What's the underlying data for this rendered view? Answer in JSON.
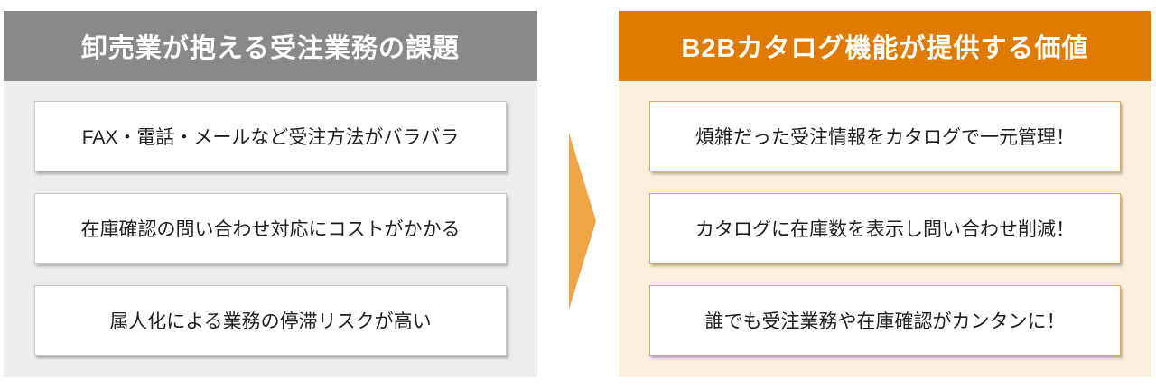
{
  "left_panel": {
    "title": "卸売業が抱える受注業務の課題",
    "items": [
      "FAX・電話・メールなど受注方法がバラバラ",
      "在庫確認の問い合わせ対応にコストがかかる",
      "属人化による業務の停滞リスクが高い"
    ]
  },
  "right_panel": {
    "title": "B2Bカタログ機能が提供する価値",
    "items": [
      "煩雑だった受注情報をカタログで一元管理！",
      "カタログに在庫数を表示し問い合わせ削減！",
      "誰でも受注業務や在庫確認がカンタンに！"
    ]
  },
  "arrow": {
    "direction": "right",
    "color": "#F0A544"
  },
  "colors": {
    "left_header_bg": "#898989",
    "left_body_bg": "#EDEDED",
    "left_box_border": "#C8C8C8",
    "right_header_bg": "#DE7B00",
    "right_body_bg": "#FCEEDC",
    "right_box_border": "#E2A757",
    "box_bg": "#FFFFFF",
    "header_text": "#FFFFFF",
    "box_text": "#1F1F1F"
  }
}
